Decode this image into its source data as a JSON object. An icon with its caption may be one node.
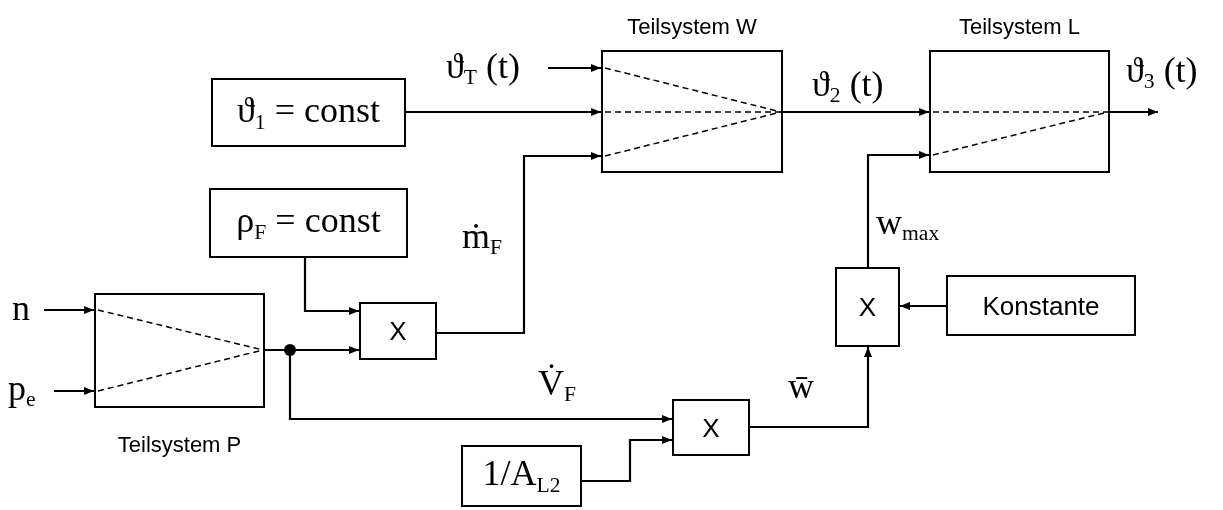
{
  "diagram": {
    "nodes": [
      {
        "text": [
          "Teilsystem P"
        ]
      },
      {
        "text": [
          "n"
        ]
      },
      {
        "text": [
          "p$_{e}$"
        ]
      },
      {
        "text": [
          "ρ$_{F}$ = const"
        ]
      },
      {
        "text": [
          "X"
        ]
      },
      {
        "text": [
          "ϑ$_{1}$ = const"
        ]
      },
      {
        "text": [
          "ϑ$_{T}$ (t)"
        ]
      },
      {
        "text": [
          "Teilsystem W"
        ]
      },
      {
        "text": [
          "Teilsystem L"
        ]
      },
      {
        "text": [
          "1/A$_{L2}$"
        ]
      },
      {
        "text": [
          "X"
        ]
      },
      {
        "text": [
          "X"
        ]
      },
      {
        "text": [
          "Konstante"
        ]
      }
    ],
    "edges": [
      {
        "from": 1,
        "to": 0,
        "arrow": "to"
      },
      {
        "from": 2,
        "to": 0,
        "arrow": "to"
      },
      {
        "from": 0,
        "to": 4,
        "arrow": "to"
      },
      {
        "from": 3,
        "to": 4,
        "arrow": "to"
      },
      {
        "from": 5,
        "to": 7,
        "arrow": "to"
      },
      {
        "from": 6,
        "to": 7,
        "arrow": "to"
      },
      {
        "from": 4,
        "to": 7,
        "arrow": "to",
        "label": "ṁ$_{F}$"
      },
      {
        "from": 7,
        "to": 8,
        "arrow": "to",
        "label": "ϑ$_{2}$ (t)"
      },
      {
        "from": 8,
        "to": null,
        "arrow": "to",
        "label": "ϑ$_{3}$ (t)"
      },
      {
        "from": 0,
        "to": 10,
        "arrow": "to",
        "label": "V̇$_{F}$"
      },
      {
        "from": 9,
        "to": 10,
        "arrow": "to"
      },
      {
        "from": 10,
        "to": 11,
        "arrow": "to",
        "label": "w̄"
      },
      {
        "from": 12,
        "to": 11,
        "arrow": "to"
      },
      {
        "from": 11,
        "to": 8,
        "arrow": "to",
        "label": "w$_{max}$"
      }
    ]
  }
}
